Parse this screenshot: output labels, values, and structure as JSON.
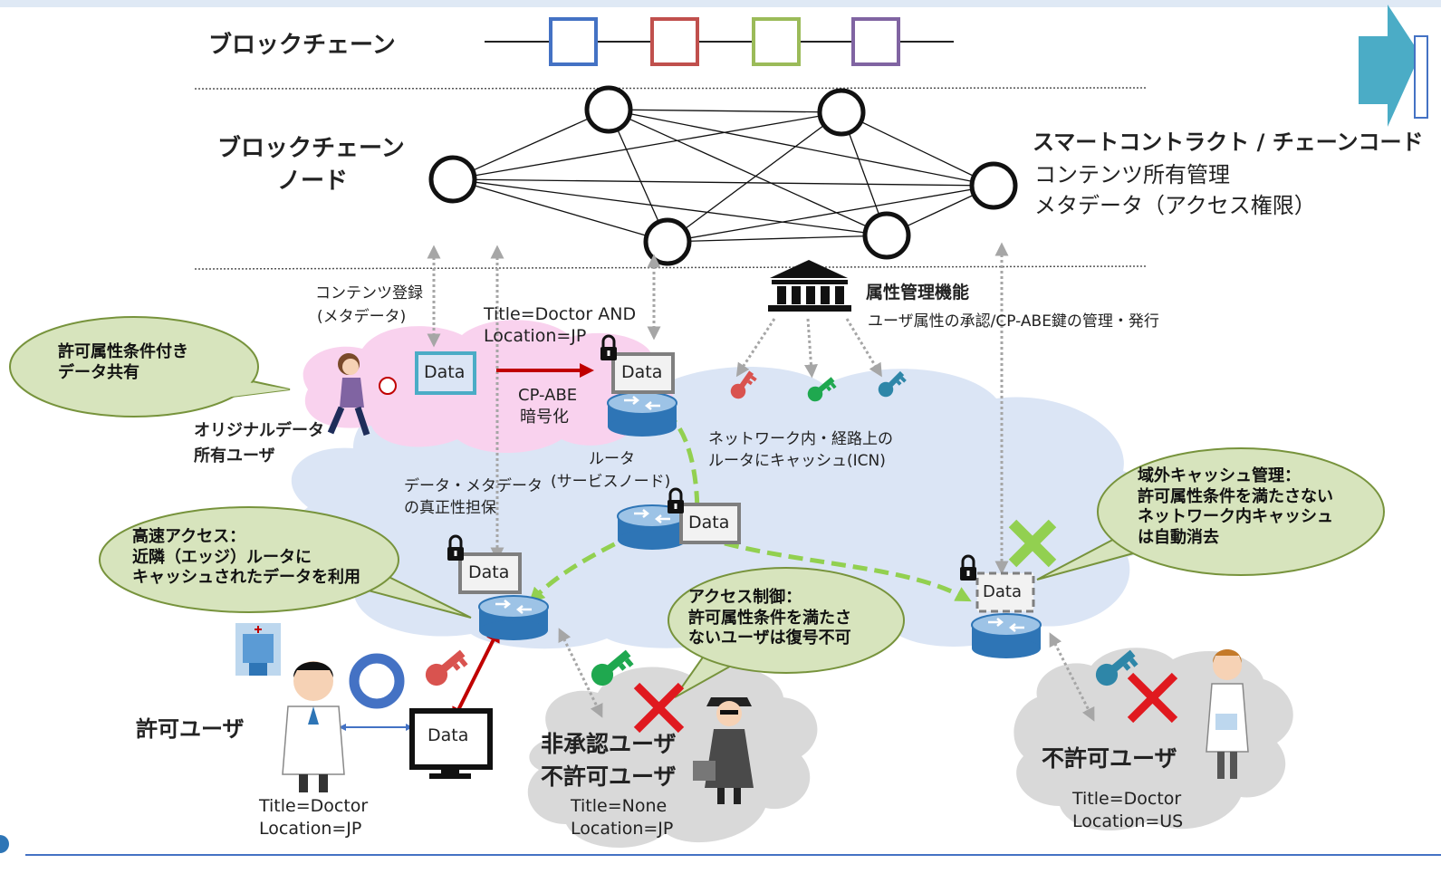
{
  "blockchain_label": "ブロックチェーン",
  "node_label": [
    "ブロックチェーン",
    "ノード"
  ],
  "smart_contract": {
    "title": "スマートコントラクト / チェーンコード",
    "line1": "コンテンツ所有管理",
    "line2": "メタデータ（アクセス権限）"
  },
  "register": [
    "コンテンツ登録",
    "(メタデータ)"
  ],
  "policy": [
    "Title=Doctor AND",
    "Location=JP"
  ],
  "attr_authority": {
    "title": "属性管理機能",
    "desc": "ユーザ属性の承認/CP-ABE鍵の管理・発行"
  },
  "bubbles": {
    "share": [
      "許可属性条件付き",
      "データ共有"
    ],
    "fast": [
      "高速アクセス：",
      "近隣（エッジ）ルータに",
      "キャッシュされたデータを利用"
    ],
    "access": [
      "アクセス制御：",
      "許可属性条件を満たさ",
      "ないユーザは復号不可"
    ],
    "offdomain": [
      "域外キャッシュ管理：",
      "許可属性条件を満たさない",
      "ネットワーク内キャッシュ",
      "は自動消去"
    ]
  },
  "owner": [
    "オリジナルデータ",
    "所有ユーザ"
  ],
  "cpabe": [
    "CP-ABE",
    "暗号化"
  ],
  "router": [
    "ルータ",
    "(サービスノード)"
  ],
  "icn": [
    "ネットワーク内・経路上の",
    "ルータにキャッシュ(ICN)"
  ],
  "authenticity": [
    "データ・メタデータ",
    "の真正性担保"
  ],
  "data_label": "Data",
  "users": {
    "allowed": {
      "name": "許可ユーザ",
      "attr1": "Title=Doctor",
      "attr2": "Location=JP"
    },
    "unapproved": {
      "name1": "非承認ユーザ",
      "name2": "不許可ユーザ",
      "attr1": "Title=None",
      "attr2": "Location=JP"
    },
    "denied": {
      "name": "不許可ユーザ",
      "attr1": "Title=Doctor",
      "attr2": "Location=US"
    }
  },
  "colors": {
    "block_blue": "#4472c4",
    "block_red": "#c0504d",
    "block_green": "#9bbb59",
    "block_purple": "#8064a2",
    "bubble_fill": "#d7e4bd",
    "bubble_stroke": "#77933c",
    "cloud_blue": "#dbe5f5",
    "cloud_pink": "#f9d2ee",
    "cloud_gray": "#d9d9d9",
    "green_path": "#92d050",
    "arrow_red": "#c00000",
    "key_red": "#d9534f",
    "key_green": "#1fa84f",
    "key_teal": "#2e86a8",
    "accent_arrow": "#4bacc6"
  }
}
